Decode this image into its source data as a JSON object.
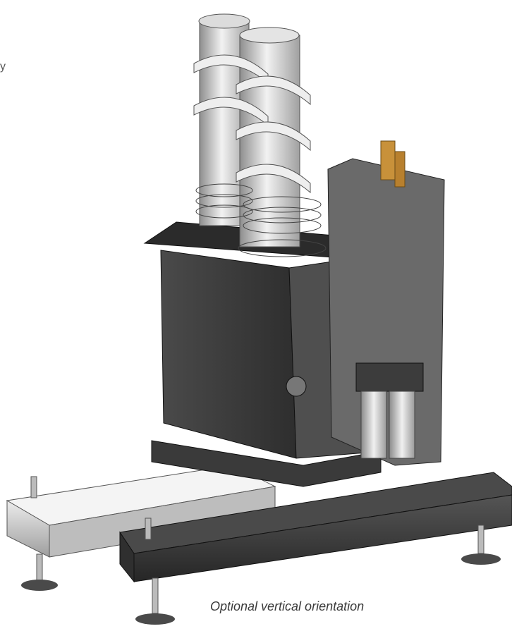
{
  "caption": "Optional vertical orientation",
  "edge_text": "y",
  "colors": {
    "housing": "#3c3c3c",
    "housing_light": "#5a5a5a",
    "steel": "#cfcfcf",
    "steel_dark": "#9a9a9a",
    "frame_dark": "#2f2f2f",
    "frame_light": "#d9d9d9",
    "brass": "#c8913a"
  },
  "parts": [
    "twin-screw-auger",
    "dosing-housing",
    "valve-block",
    "base-frame",
    "leveling-feet"
  ]
}
